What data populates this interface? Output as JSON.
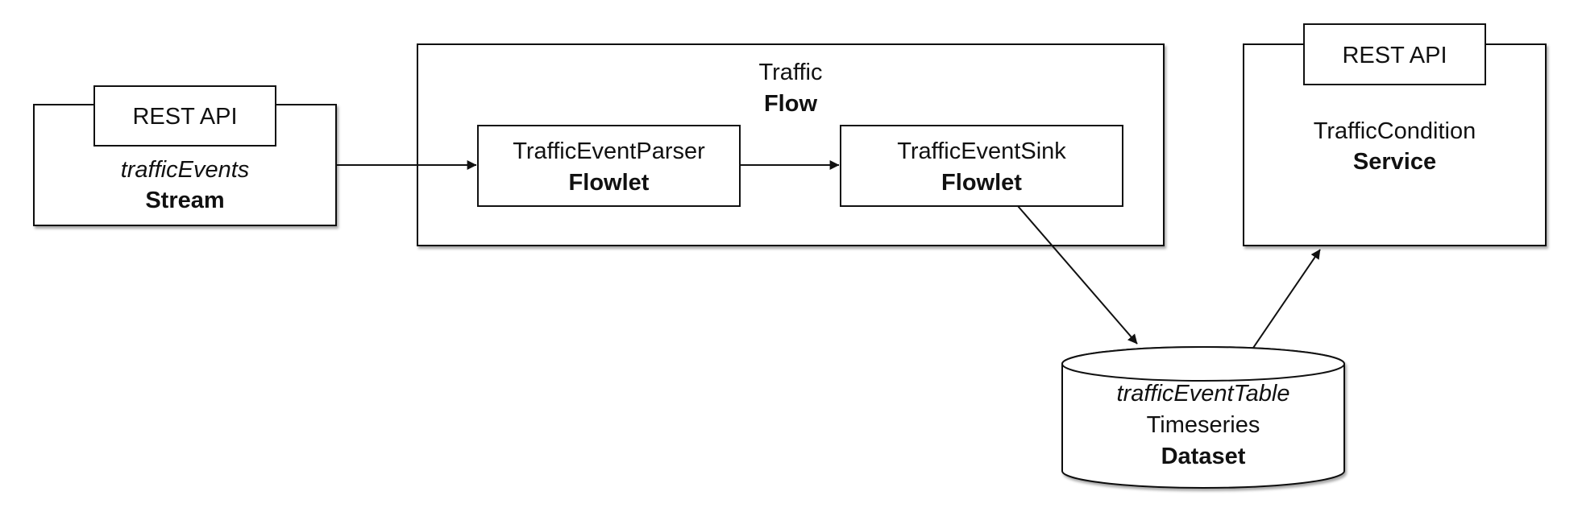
{
  "stream": {
    "api_label": "REST API",
    "name": "trafficEvents",
    "type": "Stream"
  },
  "flow": {
    "name": "Traffic",
    "type": "Flow",
    "flowlets": [
      {
        "name": "TrafficEventParser",
        "type": "Flowlet"
      },
      {
        "name": "TrafficEventSink",
        "type": "Flowlet"
      }
    ]
  },
  "service": {
    "api_label": "REST API",
    "name": "TrafficCondition",
    "type": "Service"
  },
  "dataset": {
    "name": "trafficEventTable",
    "kind": "Timeseries",
    "type": "Dataset"
  },
  "colors": {
    "stroke": "#111111",
    "background": "#ffffff",
    "shadow": "#9a9a9a"
  }
}
